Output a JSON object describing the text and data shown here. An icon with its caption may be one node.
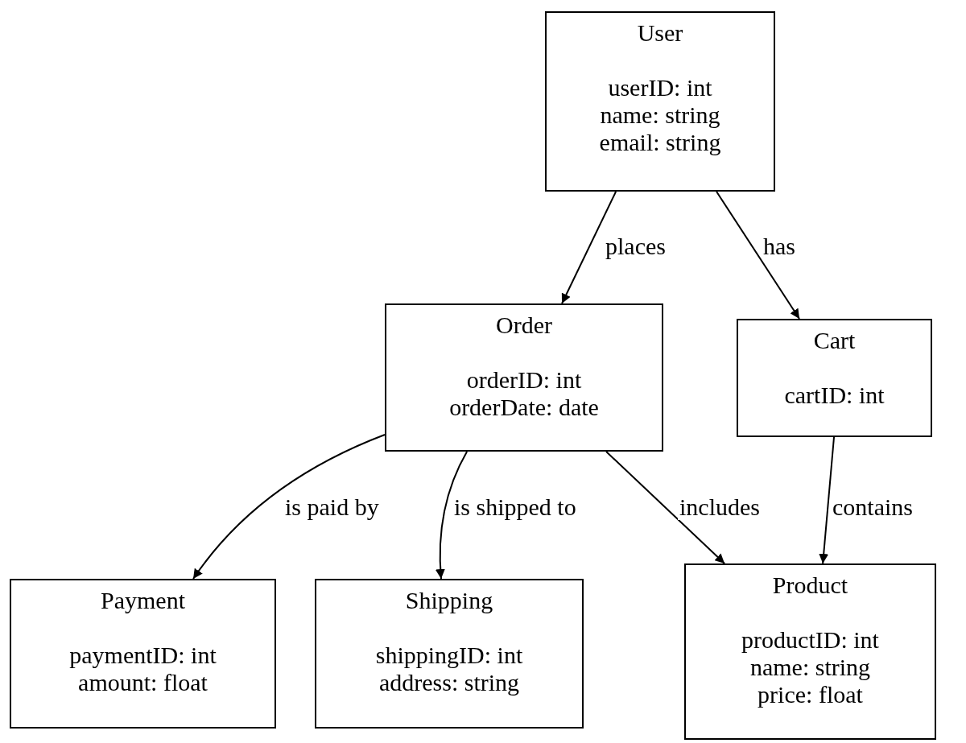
{
  "diagram": {
    "nodes": [
      {
        "text": [
          "User",
          "userID: int",
          "name: string",
          "email: string"
        ]
      },
      {
        "text": [
          "Order",
          "orderID: int",
          "orderDate: date"
        ]
      },
      {
        "text": [
          "Cart",
          "cartID: int"
        ]
      },
      {
        "text": [
          "Payment",
          "paymentID: int",
          "amount: float"
        ]
      },
      {
        "text": [
          "Shipping",
          "shippingID: int",
          "address: string"
        ]
      },
      {
        "text": [
          "Product",
          "productID: int",
          "name: string",
          "price: float"
        ]
      }
    ],
    "edges": [
      {
        "from": 0,
        "to": 1,
        "arrow": "to",
        "label": "places"
      },
      {
        "from": 0,
        "to": 2,
        "arrow": "to",
        "label": "has"
      },
      {
        "from": 1,
        "to": 3,
        "arrow": "to",
        "label": "is paid by"
      },
      {
        "from": 1,
        "to": 4,
        "arrow": "to",
        "label": "is shipped to"
      },
      {
        "from": 1,
        "to": 5,
        "arrow": "to",
        "label": "includes"
      },
      {
        "from": 2,
        "to": 5,
        "arrow": "to",
        "label": "contains"
      }
    ]
  }
}
